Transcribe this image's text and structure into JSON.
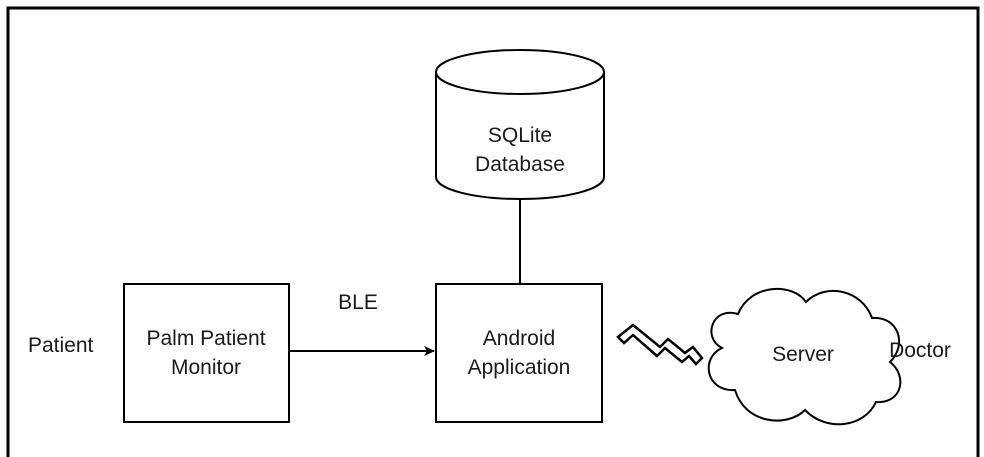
{
  "diagram": {
    "actors": {
      "patient": "Patient",
      "doctor": "Doctor"
    },
    "nodes": {
      "database": {
        "line1": "SQLite",
        "line2": "Database",
        "shape": "cylinder"
      },
      "monitor": {
        "line1": "Palm Patient",
        "line2": "Monitor",
        "shape": "rectangle"
      },
      "app": {
        "line1": "Android",
        "line2": "Application",
        "shape": "rectangle"
      },
      "server": {
        "label": "Server",
        "shape": "cloud"
      }
    },
    "edges": [
      {
        "from": "monitor",
        "to": "app",
        "label": "BLE",
        "style": "arrow"
      },
      {
        "from": "app",
        "to": "database",
        "label": "",
        "style": "line"
      },
      {
        "from": "app",
        "to": "server",
        "label": "",
        "style": "wireless-zigzag"
      }
    ],
    "edge_labels": {
      "ble": "BLE"
    }
  }
}
